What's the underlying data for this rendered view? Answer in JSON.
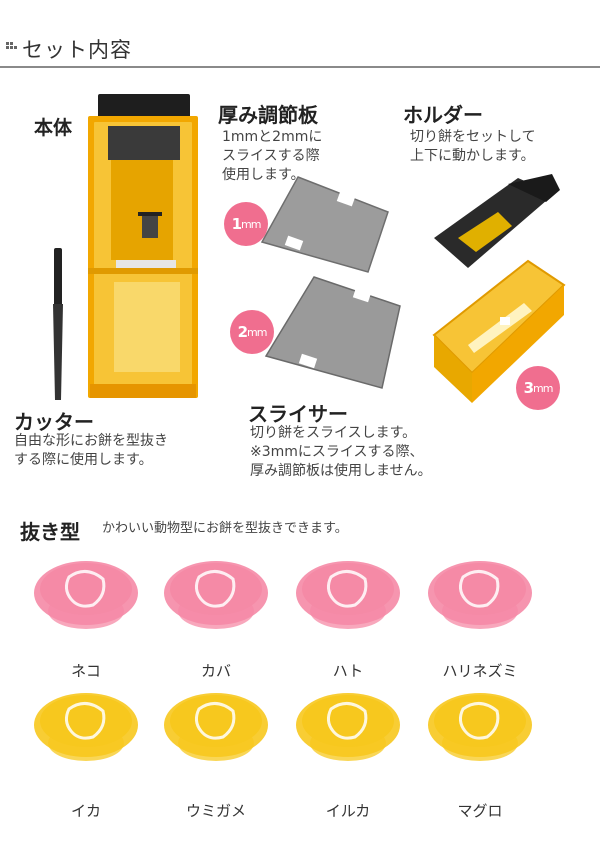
{
  "header": {
    "title": "セット内容"
  },
  "main_body": {
    "label": "本体"
  },
  "thickness_plate": {
    "label": "厚み調節板",
    "description": "1mmと2mmに\nスライスする際\n使用します。"
  },
  "holder": {
    "label": "ホルダー",
    "description": "切り餅をセットして\n上下に動かします。"
  },
  "cutter_tool": {
    "label": "カッター",
    "description": "自由な形にお餅を型抜き\nする際に使用します。"
  },
  "slicer": {
    "label": "スライサー",
    "description": "切り餅をスライスします。\n※3mmにスライスする際、\n厚み調節板は使用しません。"
  },
  "badges": [
    {
      "value": "1",
      "unit": "mm"
    },
    {
      "value": "2",
      "unit": "mm"
    },
    {
      "value": "3",
      "unit": "mm"
    }
  ],
  "molds": {
    "title": "抜き型",
    "subtitle": "かわいい動物型にお餅を型抜きできます。",
    "items": [
      {
        "name": "ネコ",
        "color": "#f58aa6"
      },
      {
        "name": "カバ",
        "color": "#f58aa6"
      },
      {
        "name": "ハト",
        "color": "#f58aa6"
      },
      {
        "name": "ハリネズミ",
        "color": "#f58aa6"
      },
      {
        "name": "イカ",
        "color": "#f7c81e"
      },
      {
        "name": "ウミガメ",
        "color": "#f7c81e"
      },
      {
        "name": "イルカ",
        "color": "#f7c81e"
      },
      {
        "name": "マグロ",
        "color": "#f7c81e"
      }
    ]
  },
  "colors": {
    "amber": "#f2a700",
    "pink_badge": "#f06e8f",
    "pink_mold": "#f58aa6",
    "yellow_mold": "#f7c81e"
  }
}
